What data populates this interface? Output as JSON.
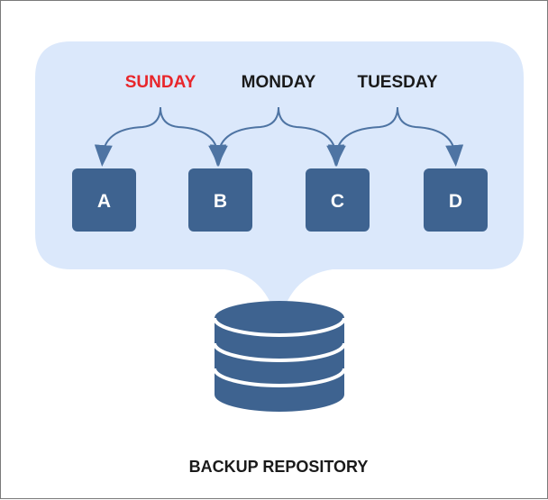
{
  "diagram": {
    "days": [
      {
        "label": "SUNDAY",
        "color": "#e8262b"
      },
      {
        "label": "MONDAY",
        "color": "#1a1a1a"
      },
      {
        "label": "TUESDAY",
        "color": "#1a1a1a"
      }
    ],
    "nodes": [
      {
        "label": "A"
      },
      {
        "label": "B"
      },
      {
        "label": "C"
      },
      {
        "label": "D"
      }
    ],
    "repository": {
      "label": "BACKUP REPOSITORY"
    },
    "colors": {
      "bubble": "#dbe8fb",
      "node": "#3e6390",
      "arrow": "#4e74a3",
      "database": "#3e6390"
    }
  }
}
